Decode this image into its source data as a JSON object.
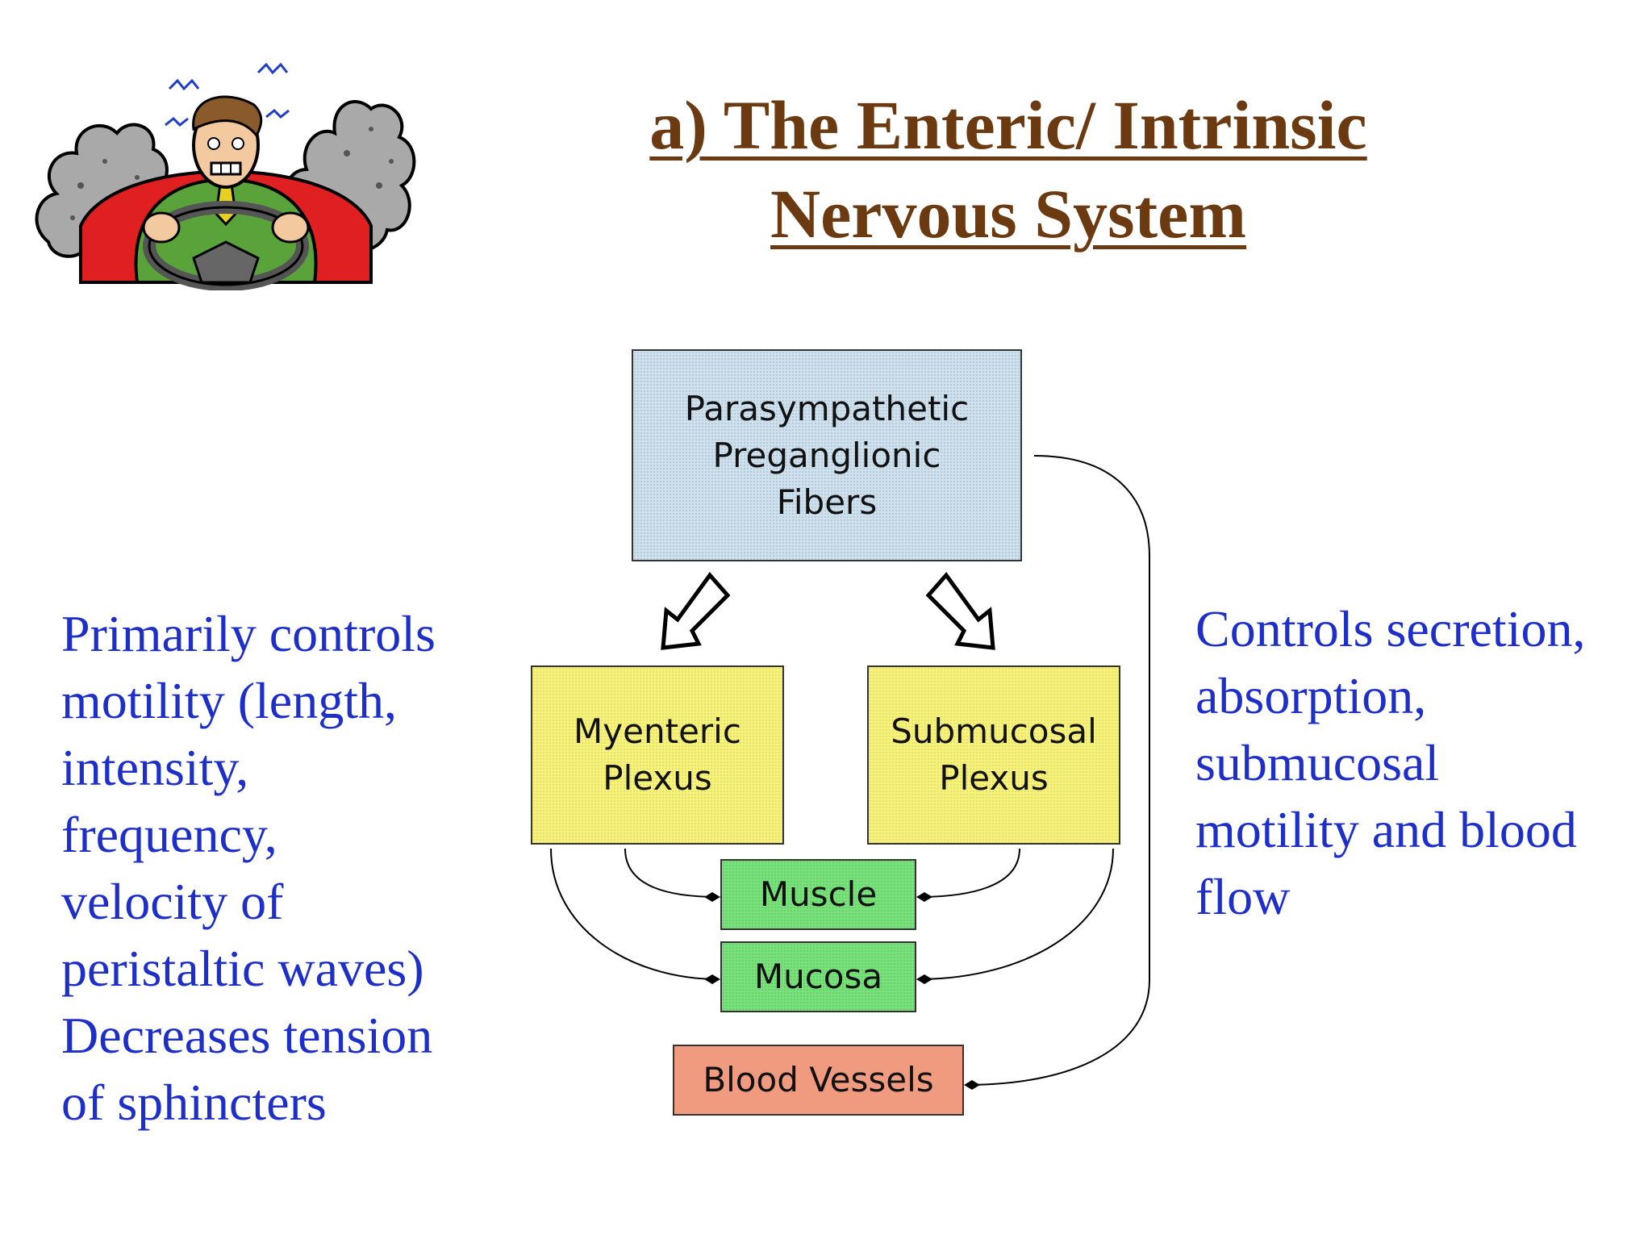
{
  "title": {
    "line1": "a) The Enteric/ Intrinsic",
    "line2": "Nervous System"
  },
  "left_text": {
    "lines": [
      "Primarily controls",
      "motility (length,",
      "intensity,",
      "frequency,",
      "velocity of",
      "peristaltic waves)",
      "Decreases tension",
      "of sphincters"
    ]
  },
  "right_text": {
    "lines": [
      "Controls secretion,",
      "absorption,",
      "submucosal",
      "motility and blood",
      "flow"
    ]
  },
  "diagram": {
    "parasympathetic": {
      "lines": [
        "Parasympathetic",
        "Preganglionic",
        "Fibers"
      ]
    },
    "myenteric": {
      "lines": [
        "Myenteric",
        "Plexus"
      ]
    },
    "submucosal": {
      "lines": [
        "Submucosal",
        "Plexus"
      ]
    },
    "muscle": "Muscle",
    "mucosa": "Mucosa",
    "blood_vessels": "Blood Vessels"
  },
  "colors": {
    "title": "#6b3a10",
    "side_text": "#1d2fc8",
    "parasympathetic_box": "#cde1ef",
    "plexus_box": "#f7f37a",
    "target_box": "#77e27a",
    "blood_box": "#f09a80"
  },
  "icons": {
    "cartoon": "stressed-driver-icon"
  }
}
